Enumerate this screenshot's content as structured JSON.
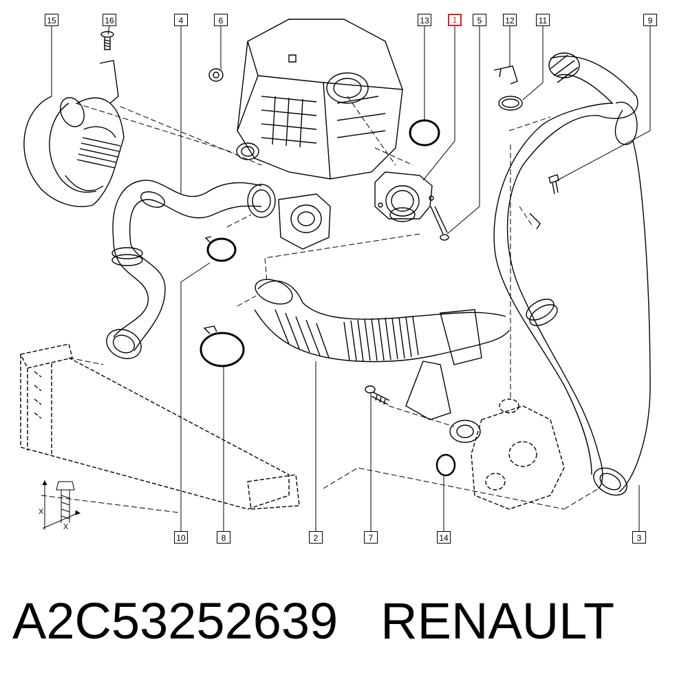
{
  "diagram": {
    "callouts": [
      "15",
      "16",
      "4",
      "6",
      "13",
      "1",
      "5",
      "12",
      "11",
      "9",
      "10",
      "8",
      "2",
      "7",
      "14",
      "3"
    ],
    "highlighted_callout": "1",
    "dimension_label": "X"
  },
  "caption": {
    "part_number": "A2C53252639",
    "brand": "RENAULT"
  }
}
